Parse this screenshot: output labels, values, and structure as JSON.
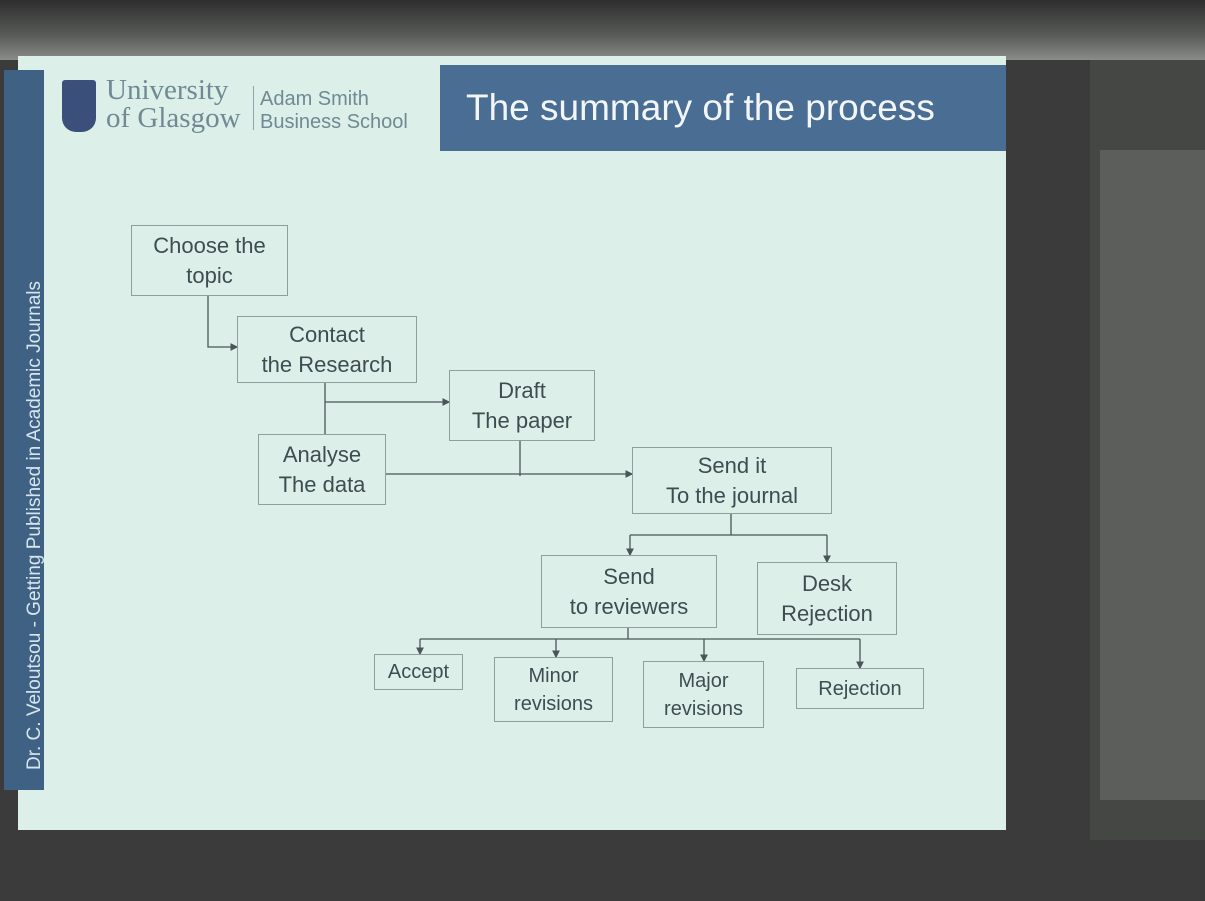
{
  "slide": {
    "title": "The summary of the process",
    "sidebar_text": "Dr. C. Veloutsou - Getting Published in Academic Journals",
    "logo": {
      "university_line1": "University",
      "university_line2": "of Glasgow",
      "school_line1": "Adam Smith",
      "school_line2": "Business School"
    }
  },
  "diagram": {
    "nodes": {
      "choose": "Choose the\ntopic",
      "contact": "Contact\nthe Research",
      "draft": "Draft\nThe paper",
      "analyse": "Analyse\nThe data",
      "send_journal": "Send it\nTo the journal",
      "reviewers": "Send\nto reviewers",
      "desk": "Desk\nRejection",
      "accept": "Accept",
      "minor": "Minor\nrevisions",
      "major": "Major\nrevisions",
      "rejection": "Rejection"
    }
  }
}
